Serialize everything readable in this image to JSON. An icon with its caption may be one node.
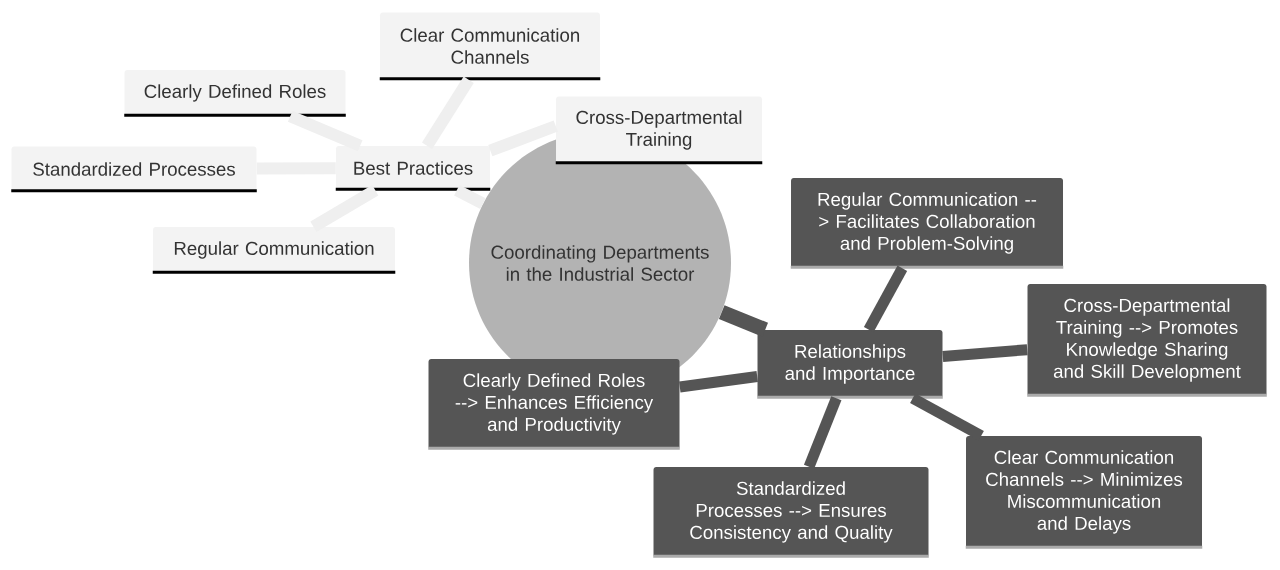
{
  "diagram": {
    "nodes": [
      {
        "text": [
          "Coordinating Departments in the Industrial Sector"
        ]
      },
      {
        "text": [
          "Best Practices"
        ]
      },
      {
        "text": [
          "Clear Communication Channels"
        ]
      },
      {
        "text": [
          "Clearly Defined Roles"
        ]
      },
      {
        "text": [
          "Standardized Processes"
        ]
      },
      {
        "text": [
          "Regular Communication"
        ]
      },
      {
        "text": [
          "Cross-Departmental Training"
        ]
      },
      {
        "text": [
          "Relationships and Importance"
        ]
      },
      {
        "text": [
          "Regular Communication --> Facilitates Collaboration and Problem-Solving"
        ]
      },
      {
        "text": [
          "Cross-Departmental Training --> Promotes Knowledge Sharing and Skill Development"
        ]
      },
      {
        "text": [
          "Clearly Defined Roles --> Enhances Efficiency and Productivity"
        ]
      },
      {
        "text": [
          "Standardized Processes --> Ensures Consistency and Quality"
        ]
      },
      {
        "text": [
          "Clear Communication Channels --> Minimizes Miscommunication and Delays"
        ]
      }
    ],
    "edges": [
      {
        "from": 0,
        "to": 1,
        "arrow": "none"
      },
      {
        "from": 1,
        "to": 2,
        "arrow": "none"
      },
      {
        "from": 1,
        "to": 3,
        "arrow": "none"
      },
      {
        "from": 1,
        "to": 4,
        "arrow": "none"
      },
      {
        "from": 1,
        "to": 5,
        "arrow": "none"
      },
      {
        "from": 1,
        "to": 6,
        "arrow": "none"
      },
      {
        "from": 0,
        "to": 7,
        "arrow": "none",
        "color": "#555555"
      },
      {
        "from": 7,
        "to": 8,
        "arrow": "none",
        "color": "#555555"
      },
      {
        "from": 7,
        "to": 9,
        "arrow": "none",
        "color": "#555555"
      },
      {
        "from": 7,
        "to": 10,
        "arrow": "none",
        "color": "#555555"
      },
      {
        "from": 7,
        "to": 11,
        "arrow": "none",
        "color": "#555555"
      },
      {
        "from": 7,
        "to": 12,
        "arrow": "none",
        "color": "#555555"
      }
    ]
  }
}
